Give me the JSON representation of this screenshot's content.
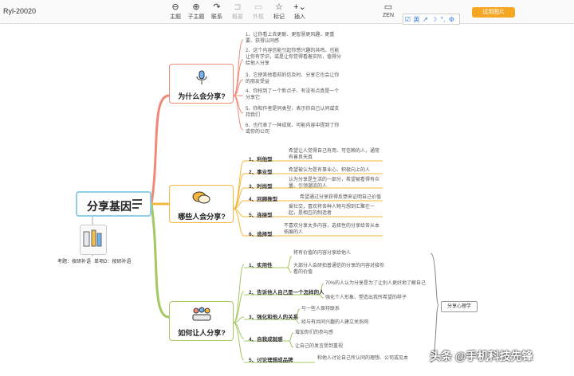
{
  "window": {
    "title": "Ryl-20020"
  },
  "toolbar": {
    "buttons": [
      {
        "label": "主题",
        "icon": "topic-icon",
        "glyph": "⊖",
        "enabled": true
      },
      {
        "label": "子主题",
        "icon": "subtopic-icon",
        "glyph": "⊕",
        "enabled": true
      },
      {
        "label": "联系",
        "icon": "relation-icon",
        "glyph": "↷",
        "enabled": true
      },
      {
        "label": "概要",
        "icon": "summary-icon",
        "glyph": "⊐",
        "enabled": false
      },
      {
        "label": "外框",
        "icon": "boundary-icon",
        "glyph": "▭",
        "enabled": false
      },
      {
        "label": "标记",
        "icon": "marker-icon",
        "glyph": "☆",
        "enabled": true
      },
      {
        "label": "插入",
        "icon": "insert-icon",
        "glyph": "+⌄",
        "enabled": true
      }
    ],
    "zen_label": "ZEN",
    "upgrade_label": "试用图片",
    "ime": {
      "mode": "英",
      "glyphs": [
        "↗",
        "☽",
        "°,",
        "⚙"
      ]
    }
  },
  "mindmap": {
    "root": "分享基因",
    "side_labels": [
      "考题：按研补语",
      "单项D：按研补语"
    ],
    "branches": [
      {
        "title": "为什么会分享?",
        "icon": "microphone-icon",
        "color": "#f08a78",
        "children": [
          {
            "text": "1、让你看上去更聪、更智慧更风趣、更重要、获得认同感"
          },
          {
            "text": "2、这个内容信能引起你感兴趣的共鸣、也能让你有学识，或是让你觉得看着实际，值得分给他人分享"
          },
          {
            "text": "3、它使其他看前的信及时、分享它也会让你的朋友受益"
          },
          {
            "text": "4、你拍到了一个新点子、有没有点真是一个分享它"
          },
          {
            "text": "5、你和作者是同类型、表示你自己认同或支持我们"
          },
          {
            "text": "6、也代表了一种成就、可能内容中提到了你或你的公司"
          }
        ]
      },
      {
        "title": "哪些人会分享?",
        "icon": "chat-bubble-icon",
        "color": "#f5b73d",
        "children": [
          {
            "label": "1、利他型",
            "text": "希望让人觉得自己有用、可信赖的人，通常有善良天真"
          },
          {
            "label": "2、事业型",
            "text": "希望被认为是有事业心、积极向上的人"
          },
          {
            "label": "3、时尚型",
            "text": "认为分享是生活的一部分，希望被看得有众量、引领潮流的人"
          },
          {
            "label": "4、回顾推型",
            "text": "希望通过分享获得反馈来证明自己价值"
          },
          {
            "label": "5、连接型",
            "text": "爱社交，喜欢将各种人物与想到汇聚在一起，是相互的制造者"
          },
          {
            "label": "6、选择型",
            "text": "不喜欢分享太多内容，选择性的分享给各从本拓展的人"
          }
        ]
      },
      {
        "title": "如何让人分享?",
        "icon": "people-group-icon",
        "color": "#a4c862",
        "children": [
          {
            "label": "1、实用性",
            "items": [
              "将有价值的内容分享给他人",
              "大部分人会研拍普通信的分享的内容对接你看的价值"
            ]
          },
          {
            "label": "2、告诉他人自己是一个怎样的人",
            "items": [
              "70%的人认为分享是为了让别人更好地了解自己",
              "强化个人形象、塑造出我所希望的样子"
            ]
          },
          {
            "label": "3、强化和他人的关系",
            "items": [
              "与一些人保持联系",
              "经与有共同兴趣的人建立关系网"
            ]
          },
          {
            "label": "4、自我成就感",
            "items": [
              "增加你们的参与感",
              "让自己的发言受到重视"
            ]
          },
          {
            "label": "5、讨论理想成品牌",
            "items": [
              "和他人讨论自己所认同的理想、公司或见本"
            ]
          }
        ],
        "summary": "分享心理学"
      }
    ]
  },
  "watermark": "头条 @手机科技先锋"
}
